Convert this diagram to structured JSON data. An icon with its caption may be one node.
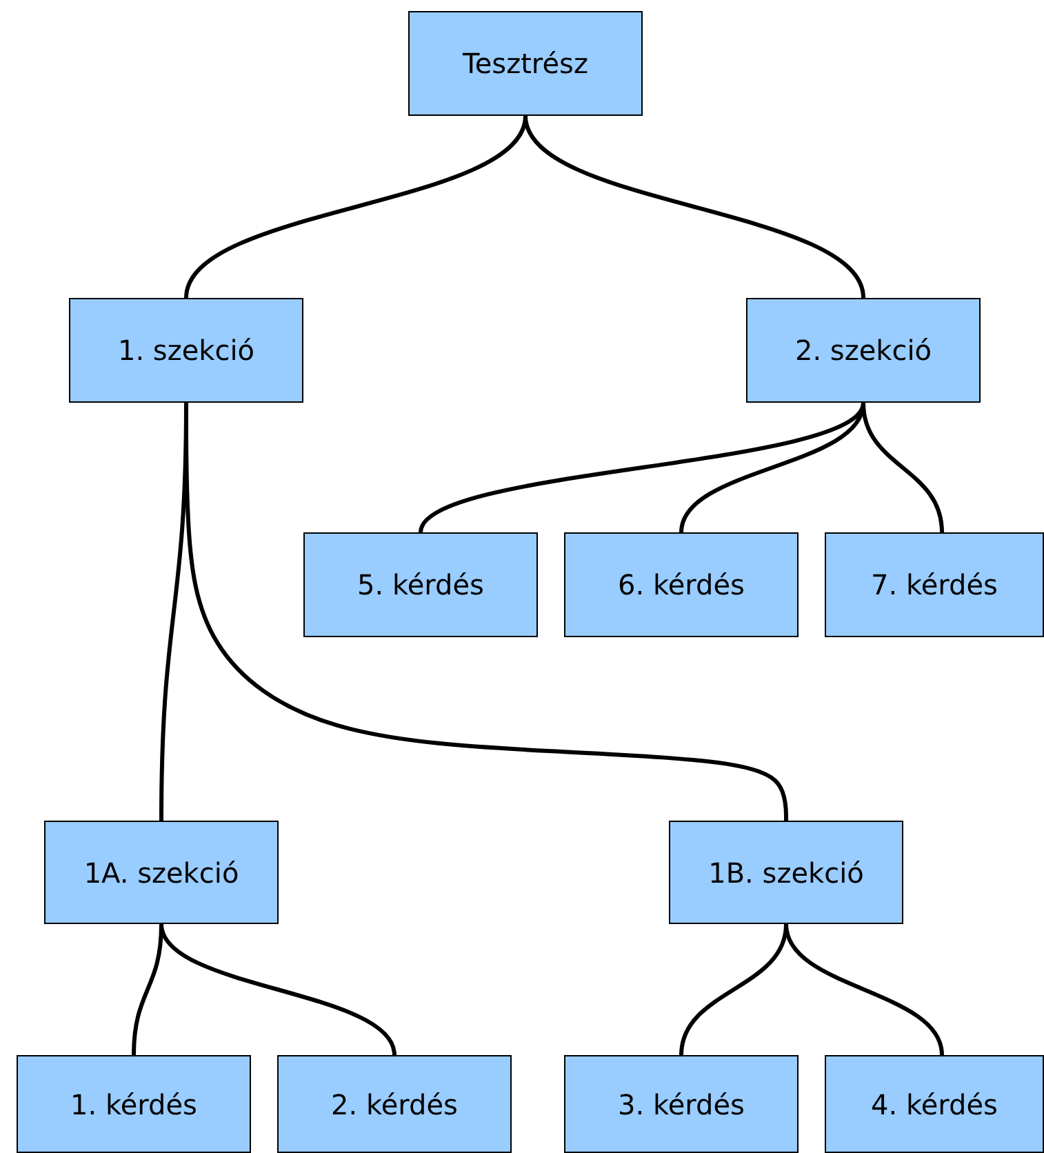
{
  "diagram": {
    "nodes": [
      {
        "text": [
          "Tesztrész"
        ]
      },
      {
        "text": [
          "1. szekció"
        ]
      },
      {
        "text": [
          "2. szekció"
        ]
      },
      {
        "text": [
          "5. kérdés"
        ]
      },
      {
        "text": [
          "6. kérdés"
        ]
      },
      {
        "text": [
          "7. kérdés"
        ]
      },
      {
        "text": [
          "1A. szekció"
        ]
      },
      {
        "text": [
          "1B. szekció"
        ]
      },
      {
        "text": [
          "1. kérdés"
        ]
      },
      {
        "text": [
          "2. kérdés"
        ]
      },
      {
        "text": [
          "3. kérdés"
        ]
      },
      {
        "text": [
          "4. kérdés"
        ]
      }
    ],
    "edges": [
      {
        "from": 0,
        "to": 1,
        "arrow": "none"
      },
      {
        "from": 0,
        "to": 2,
        "arrow": "none"
      },
      {
        "from": 2,
        "to": 3,
        "arrow": "none"
      },
      {
        "from": 2,
        "to": 4,
        "arrow": "none"
      },
      {
        "from": 2,
        "to": 5,
        "arrow": "none"
      },
      {
        "from": 1,
        "to": 6,
        "arrow": "none"
      },
      {
        "from": 1,
        "to": 7,
        "arrow": "none"
      },
      {
        "from": 6,
        "to": 8,
        "arrow": "none"
      },
      {
        "from": 6,
        "to": 9,
        "arrow": "none"
      },
      {
        "from": 7,
        "to": 10,
        "arrow": "none"
      },
      {
        "from": 7,
        "to": 11,
        "arrow": "none"
      }
    ]
  }
}
